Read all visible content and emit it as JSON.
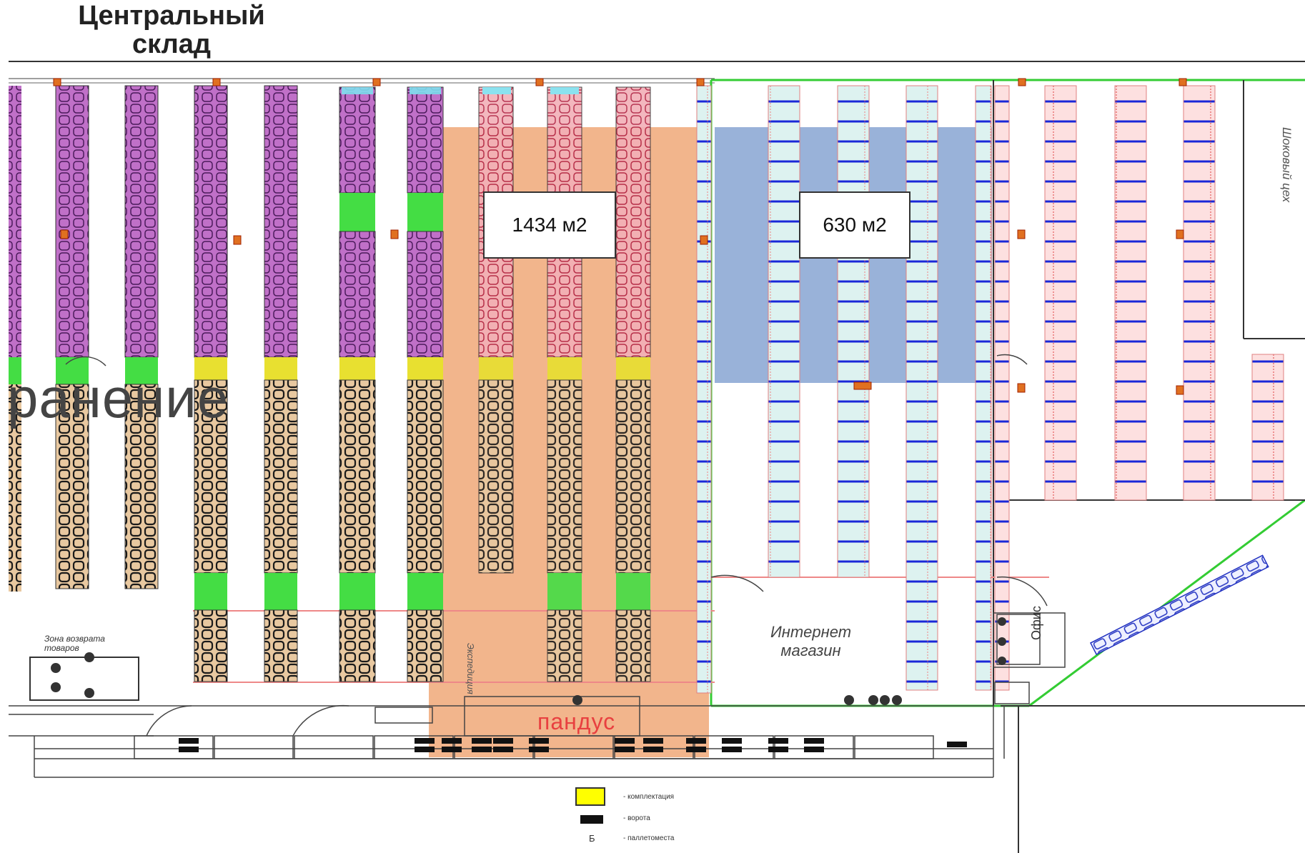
{
  "title": {
    "line1": "Центральный",
    "line2": "склад"
  },
  "zones": {
    "orange_area_label": "1434 м2",
    "blue_area_label": "630 м2",
    "storage_fragment": "ранение",
    "ramp_label": "пандус",
    "online_store_line1": "Интернет",
    "online_store_line2": "магазин",
    "expedition_label": "Экспедиция",
    "return_zone_line1": "Зона возврата",
    "return_zone_line2": "товаров",
    "ofis_label": "Офис",
    "cold_room_label": "Шоковый цех"
  },
  "legend": {
    "items": [
      {
        "symbol": "yellow-box",
        "text": "- комплектация"
      },
      {
        "symbol": "black-bar",
        "text": "- ворота"
      },
      {
        "symbol": "letter",
        "glyph": "Б",
        "text": "- паллетоместа"
      }
    ]
  },
  "colors": {
    "orange_zone": "#f0a878",
    "blue_zone": "#7f9fd0",
    "green_border": "#33cc33",
    "rack_purple": "#8b2d8b",
    "rack_pink": "#e05a6a",
    "rack_blue": "#2030d0",
    "rack_green": "#44dd44",
    "rack_yellow": "#e8e030",
    "legend_yellow": "#ffff00"
  }
}
